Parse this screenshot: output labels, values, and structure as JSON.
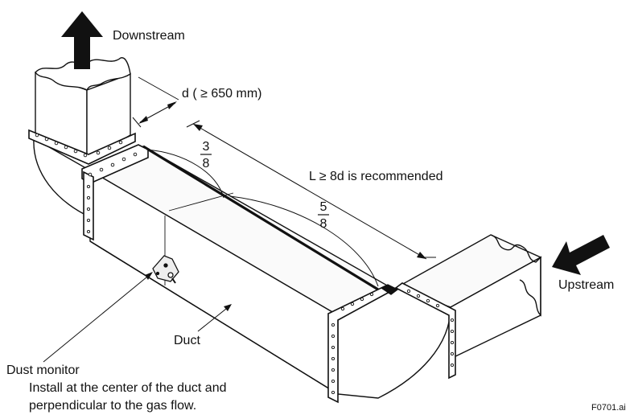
{
  "labels": {
    "downstream": "Downstream",
    "upstream": "Upstream",
    "d_dimension": "d ( ≥ 650 mm)",
    "length_note": "L ≥ 8d is recommended",
    "fraction_upper_num": "3",
    "fraction_upper_den": "8",
    "fraction_lower_num": "5",
    "fraction_lower_den": "8",
    "duct": "Duct",
    "dust_monitor": "Dust monitor",
    "install_line1": "Install at the center of the duct and",
    "install_line2": "perpendicular to the gas flow.",
    "figure_id": "F0701.ai"
  },
  "icons": {
    "downstream_arrow": "arrow-up-icon",
    "upstream_arrow": "arrow-left-down-icon"
  },
  "colors": {
    "line": "#111111",
    "fill": "#ffffff",
    "shade": "#f2f2f2"
  }
}
